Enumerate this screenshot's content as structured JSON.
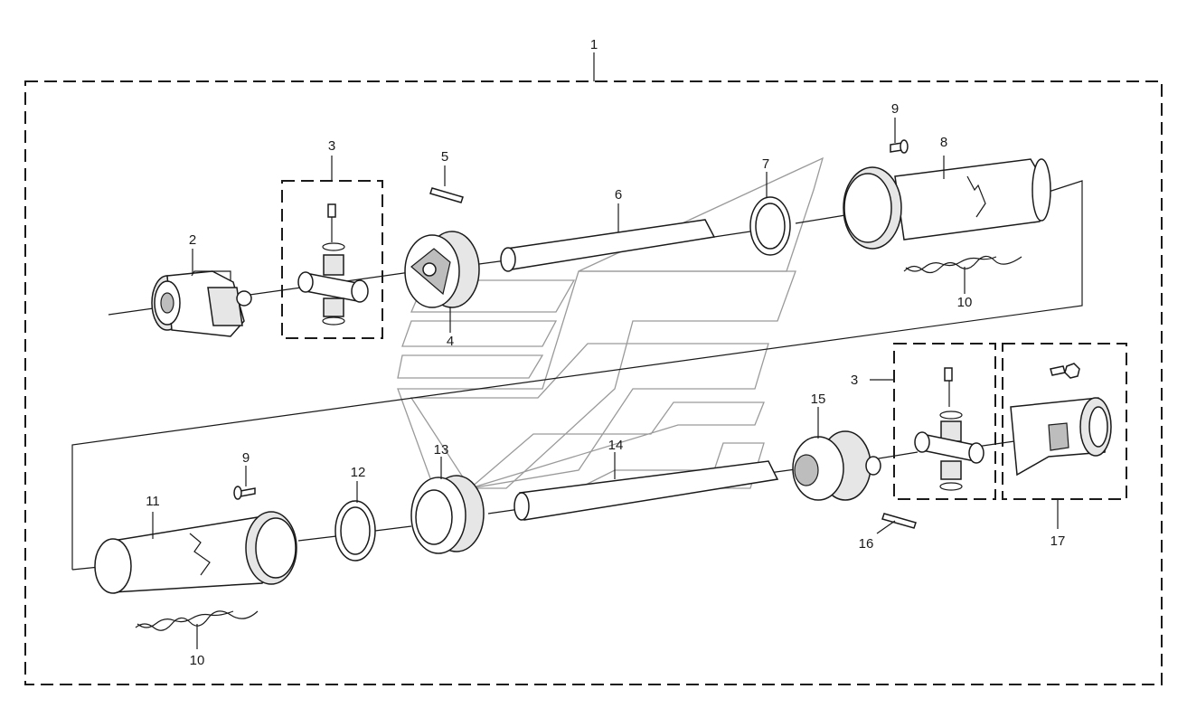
{
  "labels": {
    "l1": "1",
    "l2": "2",
    "l3a": "3",
    "l3b": "3",
    "l4": "4",
    "l5": "5",
    "l6": "6",
    "l7": "7",
    "l8": "8",
    "l9a": "9",
    "l9b": "9",
    "l10a": "10",
    "l10b": "10",
    "l11": "11",
    "l12": "12",
    "l13": "13",
    "l14": "14",
    "l15": "15",
    "l16": "16",
    "l17": "17"
  }
}
